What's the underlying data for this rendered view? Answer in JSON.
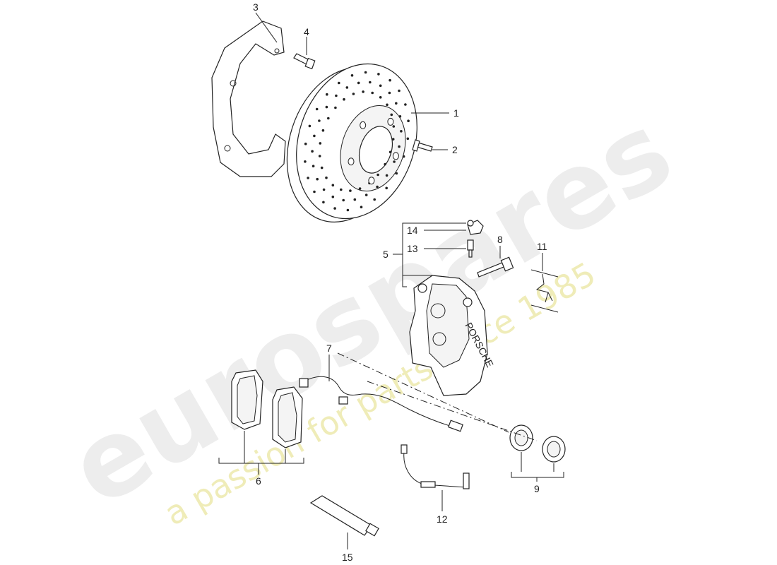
{
  "watermark": {
    "brand": "eurospares",
    "tagline": "a passion for parts since 1985"
  },
  "callouts": [
    {
      "id": "1",
      "label": "1"
    },
    {
      "id": "2",
      "label": "2"
    },
    {
      "id": "3",
      "label": "3"
    },
    {
      "id": "4",
      "label": "4"
    },
    {
      "id": "5",
      "label": "5"
    },
    {
      "id": "6",
      "label": "6"
    },
    {
      "id": "7",
      "label": "7"
    },
    {
      "id": "8",
      "label": "8"
    },
    {
      "id": "9",
      "label": "9"
    },
    {
      "id": "11",
      "label": "11"
    },
    {
      "id": "12",
      "label": "12"
    },
    {
      "id": "13",
      "label": "13"
    },
    {
      "id": "14",
      "label": "14"
    },
    {
      "id": "15",
      "label": "15"
    }
  ],
  "caliper_text": "PORSCHE"
}
